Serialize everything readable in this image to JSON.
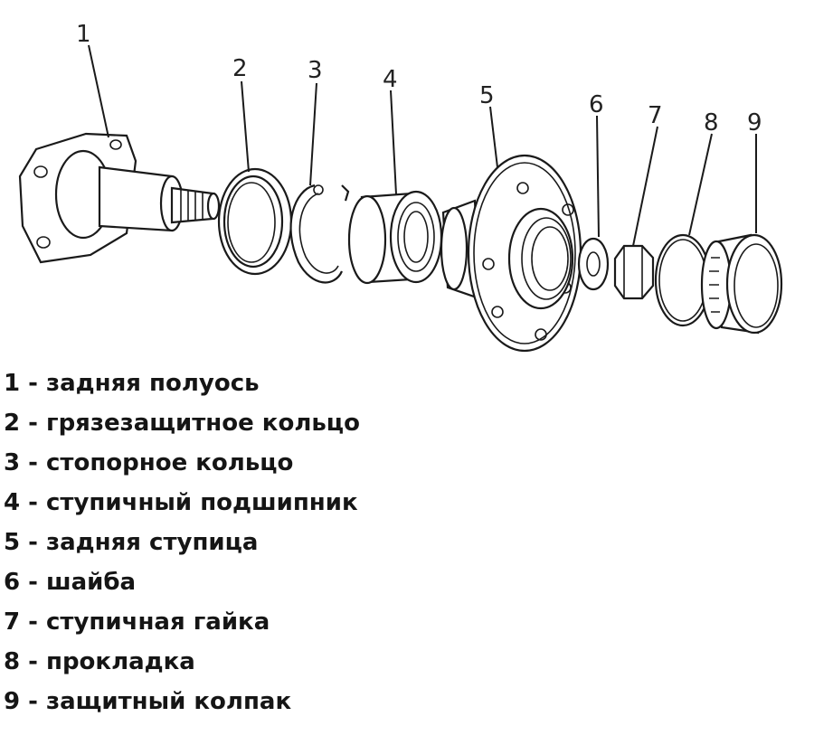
{
  "callouts": [
    "1",
    "2",
    "3",
    "4",
    "5",
    "6",
    "7",
    "8",
    "9"
  ],
  "legend": [
    "1 - задняя полуось",
    "2 - грязезащитное кольцо",
    "3 - стопорное кольцо",
    "4 - ступичный подшипник",
    "5 - задняя ступица",
    "6 - шайба",
    "7 - ступичная гайка",
    "8 - прокладка",
    "9 - защитный колпак"
  ]
}
